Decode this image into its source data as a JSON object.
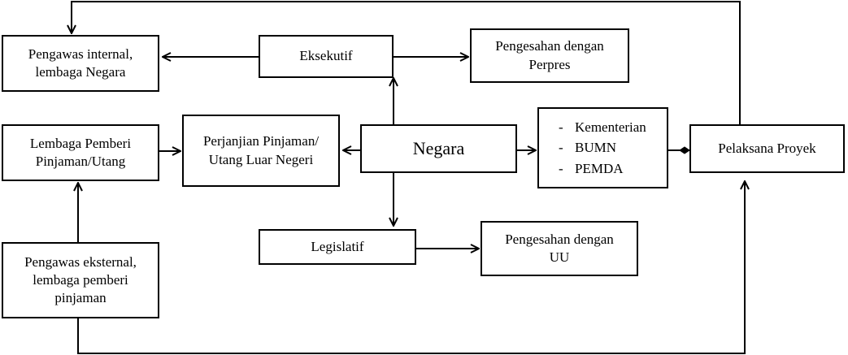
{
  "nodes": {
    "pengawas_internal": "Pengawas internal,\nlembaga Negara",
    "eksekutif": "Eksekutif",
    "pengesahan_perpres": "Pengesahan dengan\nPerpres",
    "lembaga_pemberi": "Lembaga Pemberi\nPinjaman/Utang",
    "perjanjian": "Perjanjian Pinjaman/\nUtang Luar Negeri",
    "negara": "Negara",
    "pelaksana_list": [
      "Kementerian",
      "BUMN",
      "PEMDA"
    ],
    "pelaksana_proyek": "Pelaksana Proyek",
    "legislatif": "Legislatif",
    "pengesahan_uu": "Pengesahan dengan\nUU",
    "pengawas_eksternal": "Pengawas eksternal,\nlembaga pemberi\npinjaman"
  },
  "list_bullet": "-"
}
